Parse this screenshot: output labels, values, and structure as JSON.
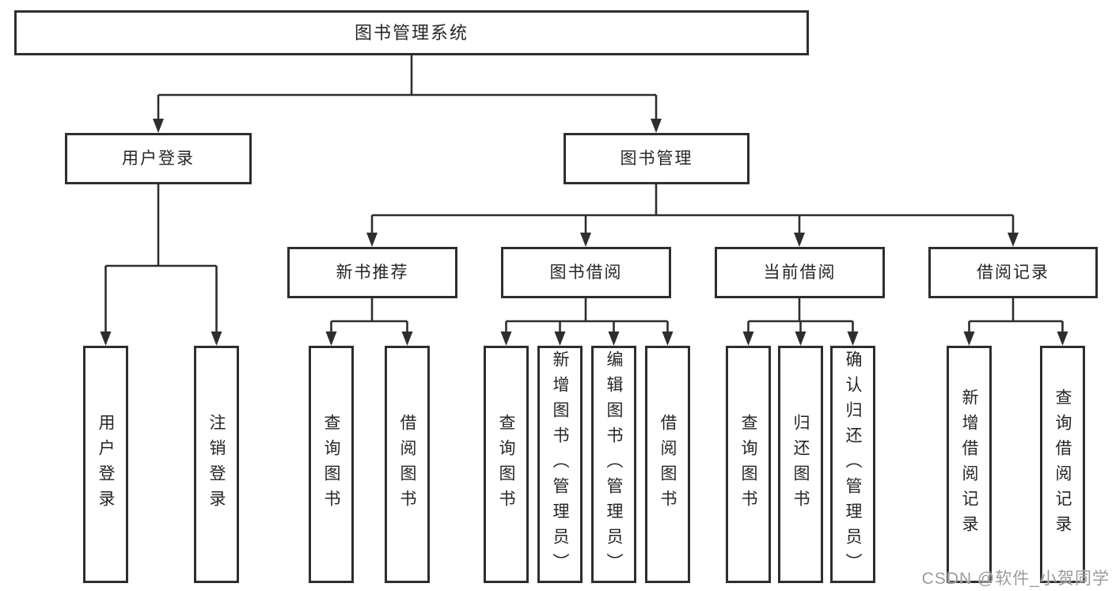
{
  "colors": {
    "line": "#2e2e2e",
    "text": "#262626",
    "bg": "#ffffff",
    "watermark": "#9b9b9b"
  },
  "watermark": {
    "text": "CSDN @软件_小贺同学"
  },
  "tree": {
    "label": "图书管理系统",
    "children": [
      {
        "label": "用户登录",
        "children": [
          {
            "label": "用户登录"
          },
          {
            "label": "注销登录"
          }
        ]
      },
      {
        "label": "图书管理",
        "children": [
          {
            "label": "新书推荐",
            "children": [
              {
                "label": "查询图书"
              },
              {
                "label": "借阅图书"
              }
            ]
          },
          {
            "label": "图书借阅",
            "children": [
              {
                "label": "查询图书"
              },
              {
                "label": "新增图书（管理员）"
              },
              {
                "label": "编辑图书（管理员）"
              },
              {
                "label": "借阅图书"
              }
            ]
          },
          {
            "label": "当前借阅",
            "children": [
              {
                "label": "查询图书"
              },
              {
                "label": "归还图书"
              },
              {
                "label": "确认归还（管理员）"
              }
            ]
          },
          {
            "label": "借阅记录",
            "children": [
              {
                "label": "新增借阅记录"
              },
              {
                "label": "查询借阅记录"
              }
            ]
          }
        ]
      }
    ]
  }
}
